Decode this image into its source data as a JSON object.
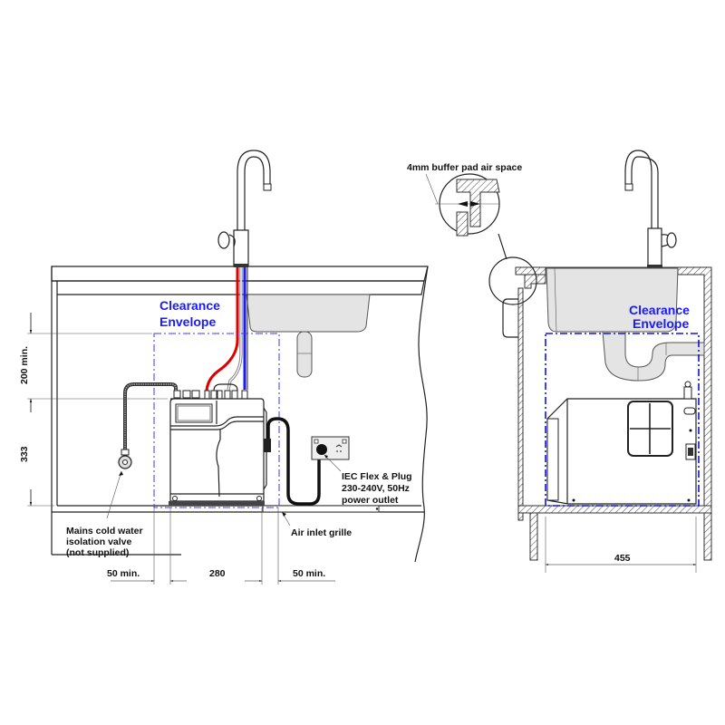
{
  "diagram": {
    "type": "installation-clearance-drawing",
    "views": [
      "front-view",
      "side-view"
    ],
    "colors": {
      "hot_line": "#e00000",
      "cold_line": "#1a1aff",
      "clearance_envelope": "#1a1aff",
      "sink": "#e4e4e4",
      "line": "#222222"
    }
  },
  "front_view": {
    "clearance_label_line1": "Clearance",
    "clearance_label_line2": "Envelope",
    "dimensions": {
      "vertical_top": "200 min.",
      "vertical_bottom": "333",
      "horizontal_left": "50 min.",
      "horizontal_center": "280",
      "horizontal_right": "50 min."
    },
    "callouts": {
      "valve_line1": "Mains cold water",
      "valve_line2": "isolation valve",
      "valve_line3": "(not supplied)",
      "plug_line1": "IEC Flex & Plug",
      "plug_line2": "230-240V, 50Hz",
      "plug_line3": "power outlet",
      "grille": "Air inlet grille"
    }
  },
  "side_view": {
    "clearance_label_line1": "Clearance",
    "clearance_label_line2": "Envelope",
    "detail_callout": "4mm buffer pad air space",
    "dimensions": {
      "width": "455"
    }
  }
}
